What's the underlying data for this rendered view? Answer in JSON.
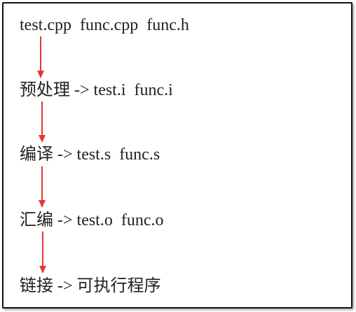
{
  "steps": [
    {
      "text": "test.cpp  func.cpp  func.h"
    },
    {
      "text": "预处理 -> test.i  func.i"
    },
    {
      "text": "编译 -> test.s  func.s"
    },
    {
      "text": "汇编 -> test.o  func.o"
    },
    {
      "text": "链接 -> 可执行程序"
    }
  ],
  "colors": {
    "arrow": "#e8353b",
    "border": "#111111",
    "text": "#222222"
  }
}
